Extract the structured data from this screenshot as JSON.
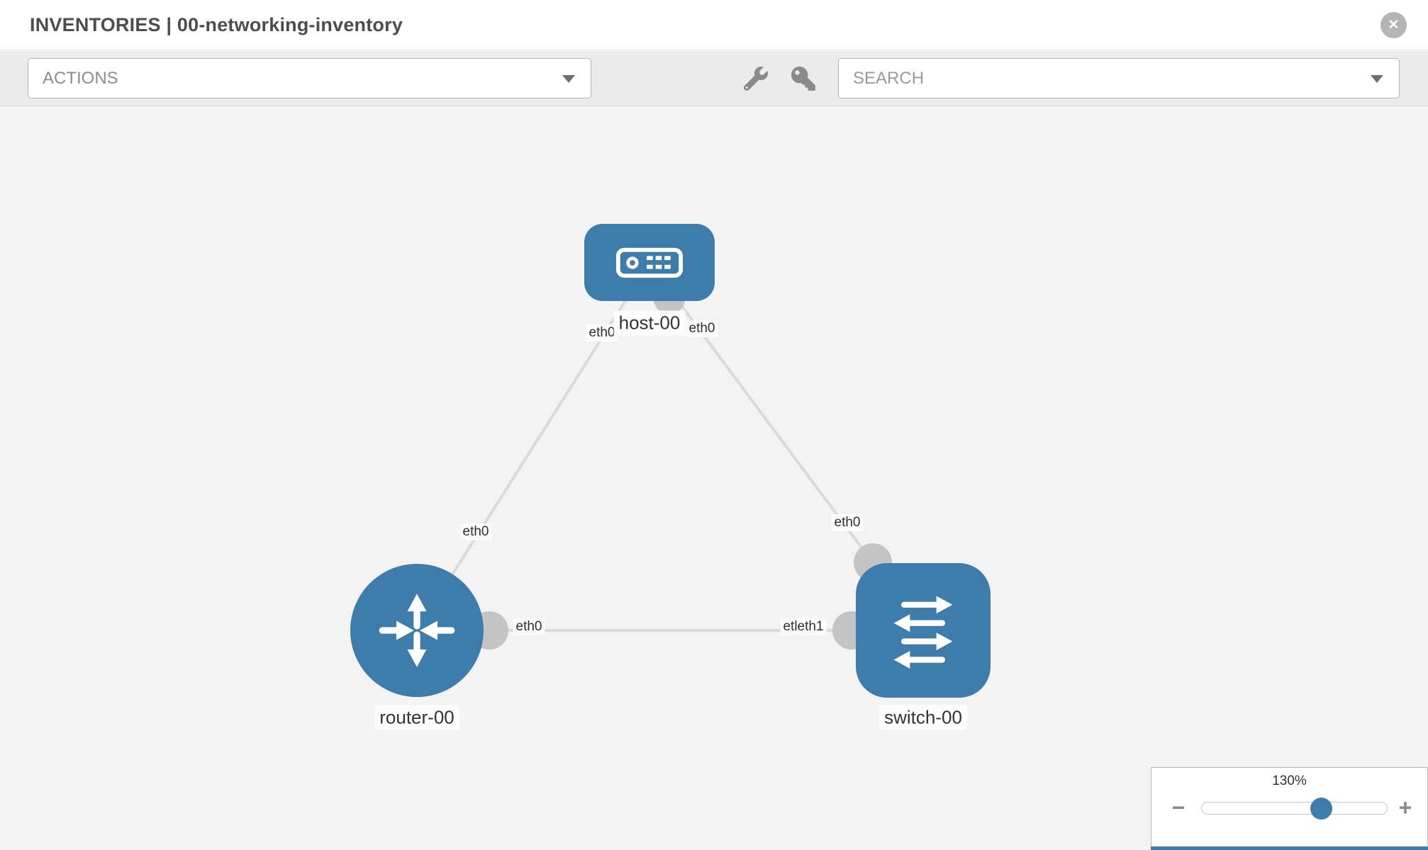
{
  "header": {
    "title": "INVENTORIES | 00-networking-inventory"
  },
  "toolbar": {
    "actions_label": "ACTIONS",
    "search_placeholder": "SEARCH"
  },
  "icons": {
    "close": "✕",
    "minus": "−",
    "plus": "+",
    "wrench": "wrench-icon",
    "key": "key-icon"
  },
  "nodes": [
    {
      "label": "host-00",
      "type": "host"
    },
    {
      "label": "router-00",
      "type": "router"
    },
    {
      "label": "switch-00",
      "type": "switch"
    }
  ],
  "link_labels": [
    "eth0",
    "eth0",
    "eth0",
    "eth0",
    "eth0",
    "etleth1"
  ],
  "zoom": {
    "level": "130%"
  },
  "colors": {
    "node_blue": "#3e7cac",
    "link_gray": "#dadada",
    "connector_gray": "#c4c4c4"
  }
}
